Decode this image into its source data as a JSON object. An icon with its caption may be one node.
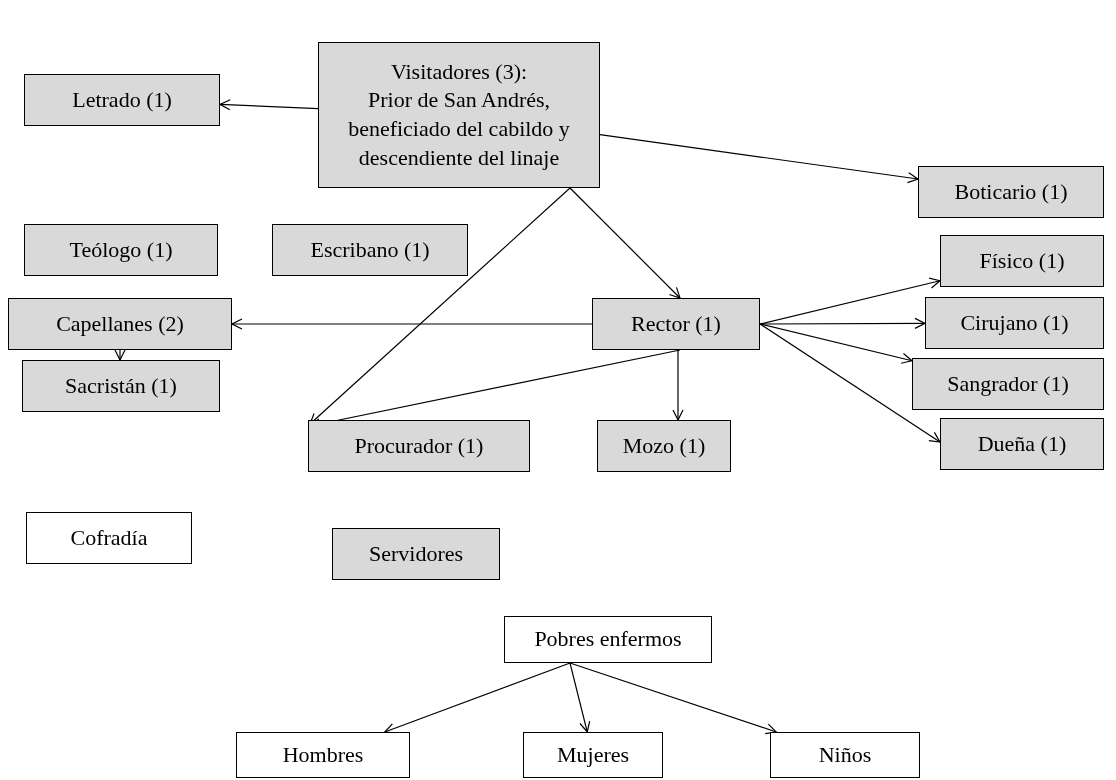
{
  "diagram": {
    "nodes": [
      {
        "text": [
          "Visitadores (3):",
          "Prior de San Andrés, beneficiado del cabildo y descendiente del linaje"
        ]
      },
      {
        "text": [
          "Letrado (1)"
        ]
      },
      {
        "text": [
          "Boticario (1)"
        ]
      },
      {
        "text": [
          "Teólogo (1)"
        ]
      },
      {
        "text": [
          "Escribano (1)"
        ]
      },
      {
        "text": [
          "Capellanes (2)"
        ]
      },
      {
        "text": [
          "Rector (1)"
        ]
      },
      {
        "text": [
          "Físico (1)"
        ]
      },
      {
        "text": [
          "Cirujano (1)"
        ]
      },
      {
        "text": [
          "Sangrador (1)"
        ]
      },
      {
        "text": [
          "Dueña (1)"
        ]
      },
      {
        "text": [
          "Sacristán (1)"
        ]
      },
      {
        "text": [
          "Procurador (1)"
        ]
      },
      {
        "text": [
          "Mozo (1)"
        ]
      },
      {
        "text": [
          "Cofradía"
        ]
      },
      {
        "text": [
          "Servidores"
        ]
      },
      {
        "text": [
          "Pobres enfermos"
        ]
      },
      {
        "text": [
          "Hombres"
        ]
      },
      {
        "text": [
          "Mujeres"
        ]
      },
      {
        "text": [
          "Niños"
        ]
      }
    ],
    "edges": [
      {
        "from": 0,
        "to": 1,
        "arrow": "to"
      },
      {
        "from": 0,
        "to": 2,
        "arrow": "to"
      },
      {
        "from": 0,
        "to": 6,
        "arrow": "to"
      },
      {
        "from": 0,
        "to": 12,
        "arrow": "to"
      },
      {
        "from": 6,
        "to": 5,
        "arrow": "to"
      },
      {
        "from": 6,
        "to": 7,
        "arrow": "to"
      },
      {
        "from": 6,
        "to": 8,
        "arrow": "to"
      },
      {
        "from": 6,
        "to": 9,
        "arrow": "to"
      },
      {
        "from": 6,
        "to": 10,
        "arrow": "to"
      },
      {
        "from": 6,
        "to": 12,
        "arrow": "to"
      },
      {
        "from": 6,
        "to": 13,
        "arrow": "to"
      },
      {
        "from": 5,
        "to": 11,
        "arrow": "to"
      },
      {
        "from": 16,
        "to": 17,
        "arrow": "to"
      },
      {
        "from": 16,
        "to": 18,
        "arrow": "to"
      },
      {
        "from": 16,
        "to": 19,
        "arrow": "to"
      }
    ]
  }
}
